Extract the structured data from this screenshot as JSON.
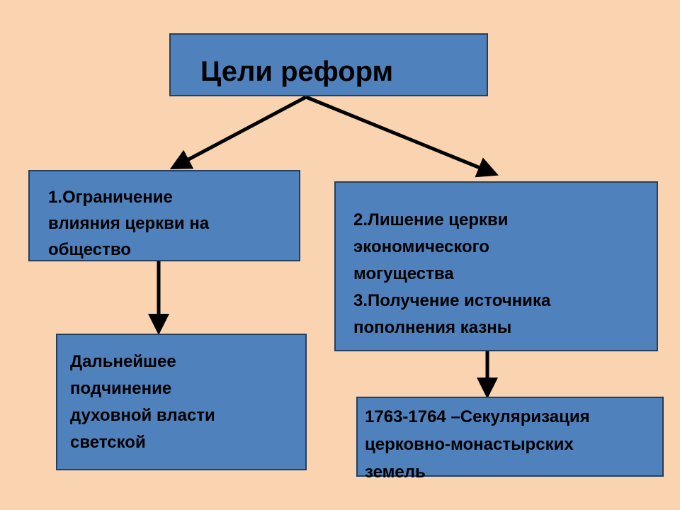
{
  "title": "Цели реформ",
  "goal1": [
    "1.Ограничение",
    "влияния церкви на",
    "общество"
  ],
  "goal23": [
    "2.Лишение церкви",
    "экономического",
    "могущества",
    "3.Получение источника",
    "пополнения казны"
  ],
  "consequence1": [
    "Дальнейшее",
    "подчинение",
    "духовной власти",
    "светской"
  ],
  "consequence2": [
    "1763-1764 –Секуляризация",
    "церковно-монастырских",
    "земель"
  ],
  "colors": {
    "background": "#fad3b1",
    "box_fill": "#4f81bd",
    "box_border": "#243f60",
    "arrow": "#000000"
  }
}
